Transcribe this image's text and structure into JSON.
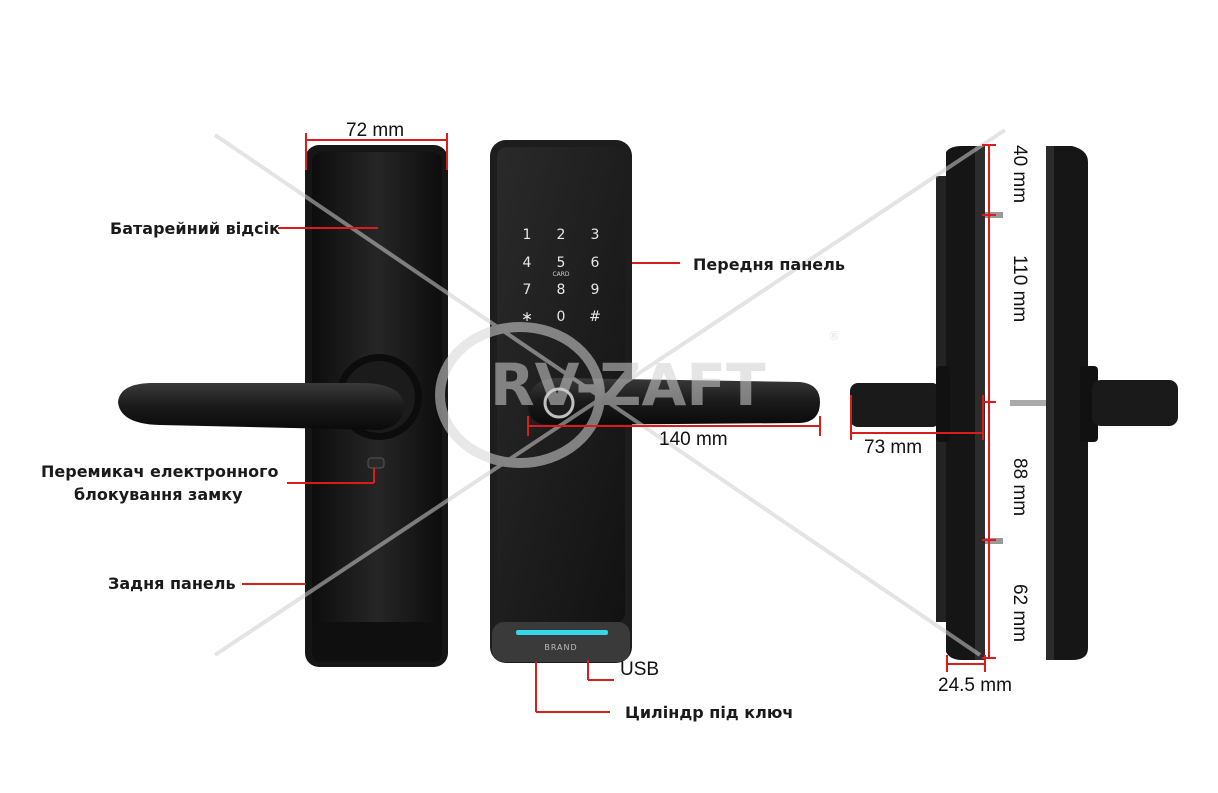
{
  "labels": {
    "battery": "Батарейний відсік",
    "switch_line1": "Перемикач електронного",
    "switch_line2": "блокування замку",
    "back_panel": "Задня панель",
    "front_panel": "Передня панель",
    "usb": "USB",
    "cylinder": "Циліндр під ключ"
  },
  "dimensions": {
    "width": "72 mm",
    "handle_length": "140 mm",
    "handle_depth": "73 mm",
    "thickness": "24.5 mm",
    "top_offset": "40 mm",
    "upper": "110 mm",
    "lower": "88 mm",
    "bottom": "62 mm"
  },
  "keypad": {
    "keys": [
      "1",
      "2",
      "3",
      "4",
      "5",
      "6",
      "7",
      "8",
      "9",
      "∗",
      "0",
      "#"
    ],
    "card_label": "CARD"
  },
  "branding": {
    "front_brand": "BRAND",
    "watermark": "RV-ZAFT",
    "watermark_mark": "®"
  },
  "colors": {
    "leader_line": "#d91c1c",
    "lock_body": "#1c1c1c",
    "led": "#35d6e8"
  }
}
